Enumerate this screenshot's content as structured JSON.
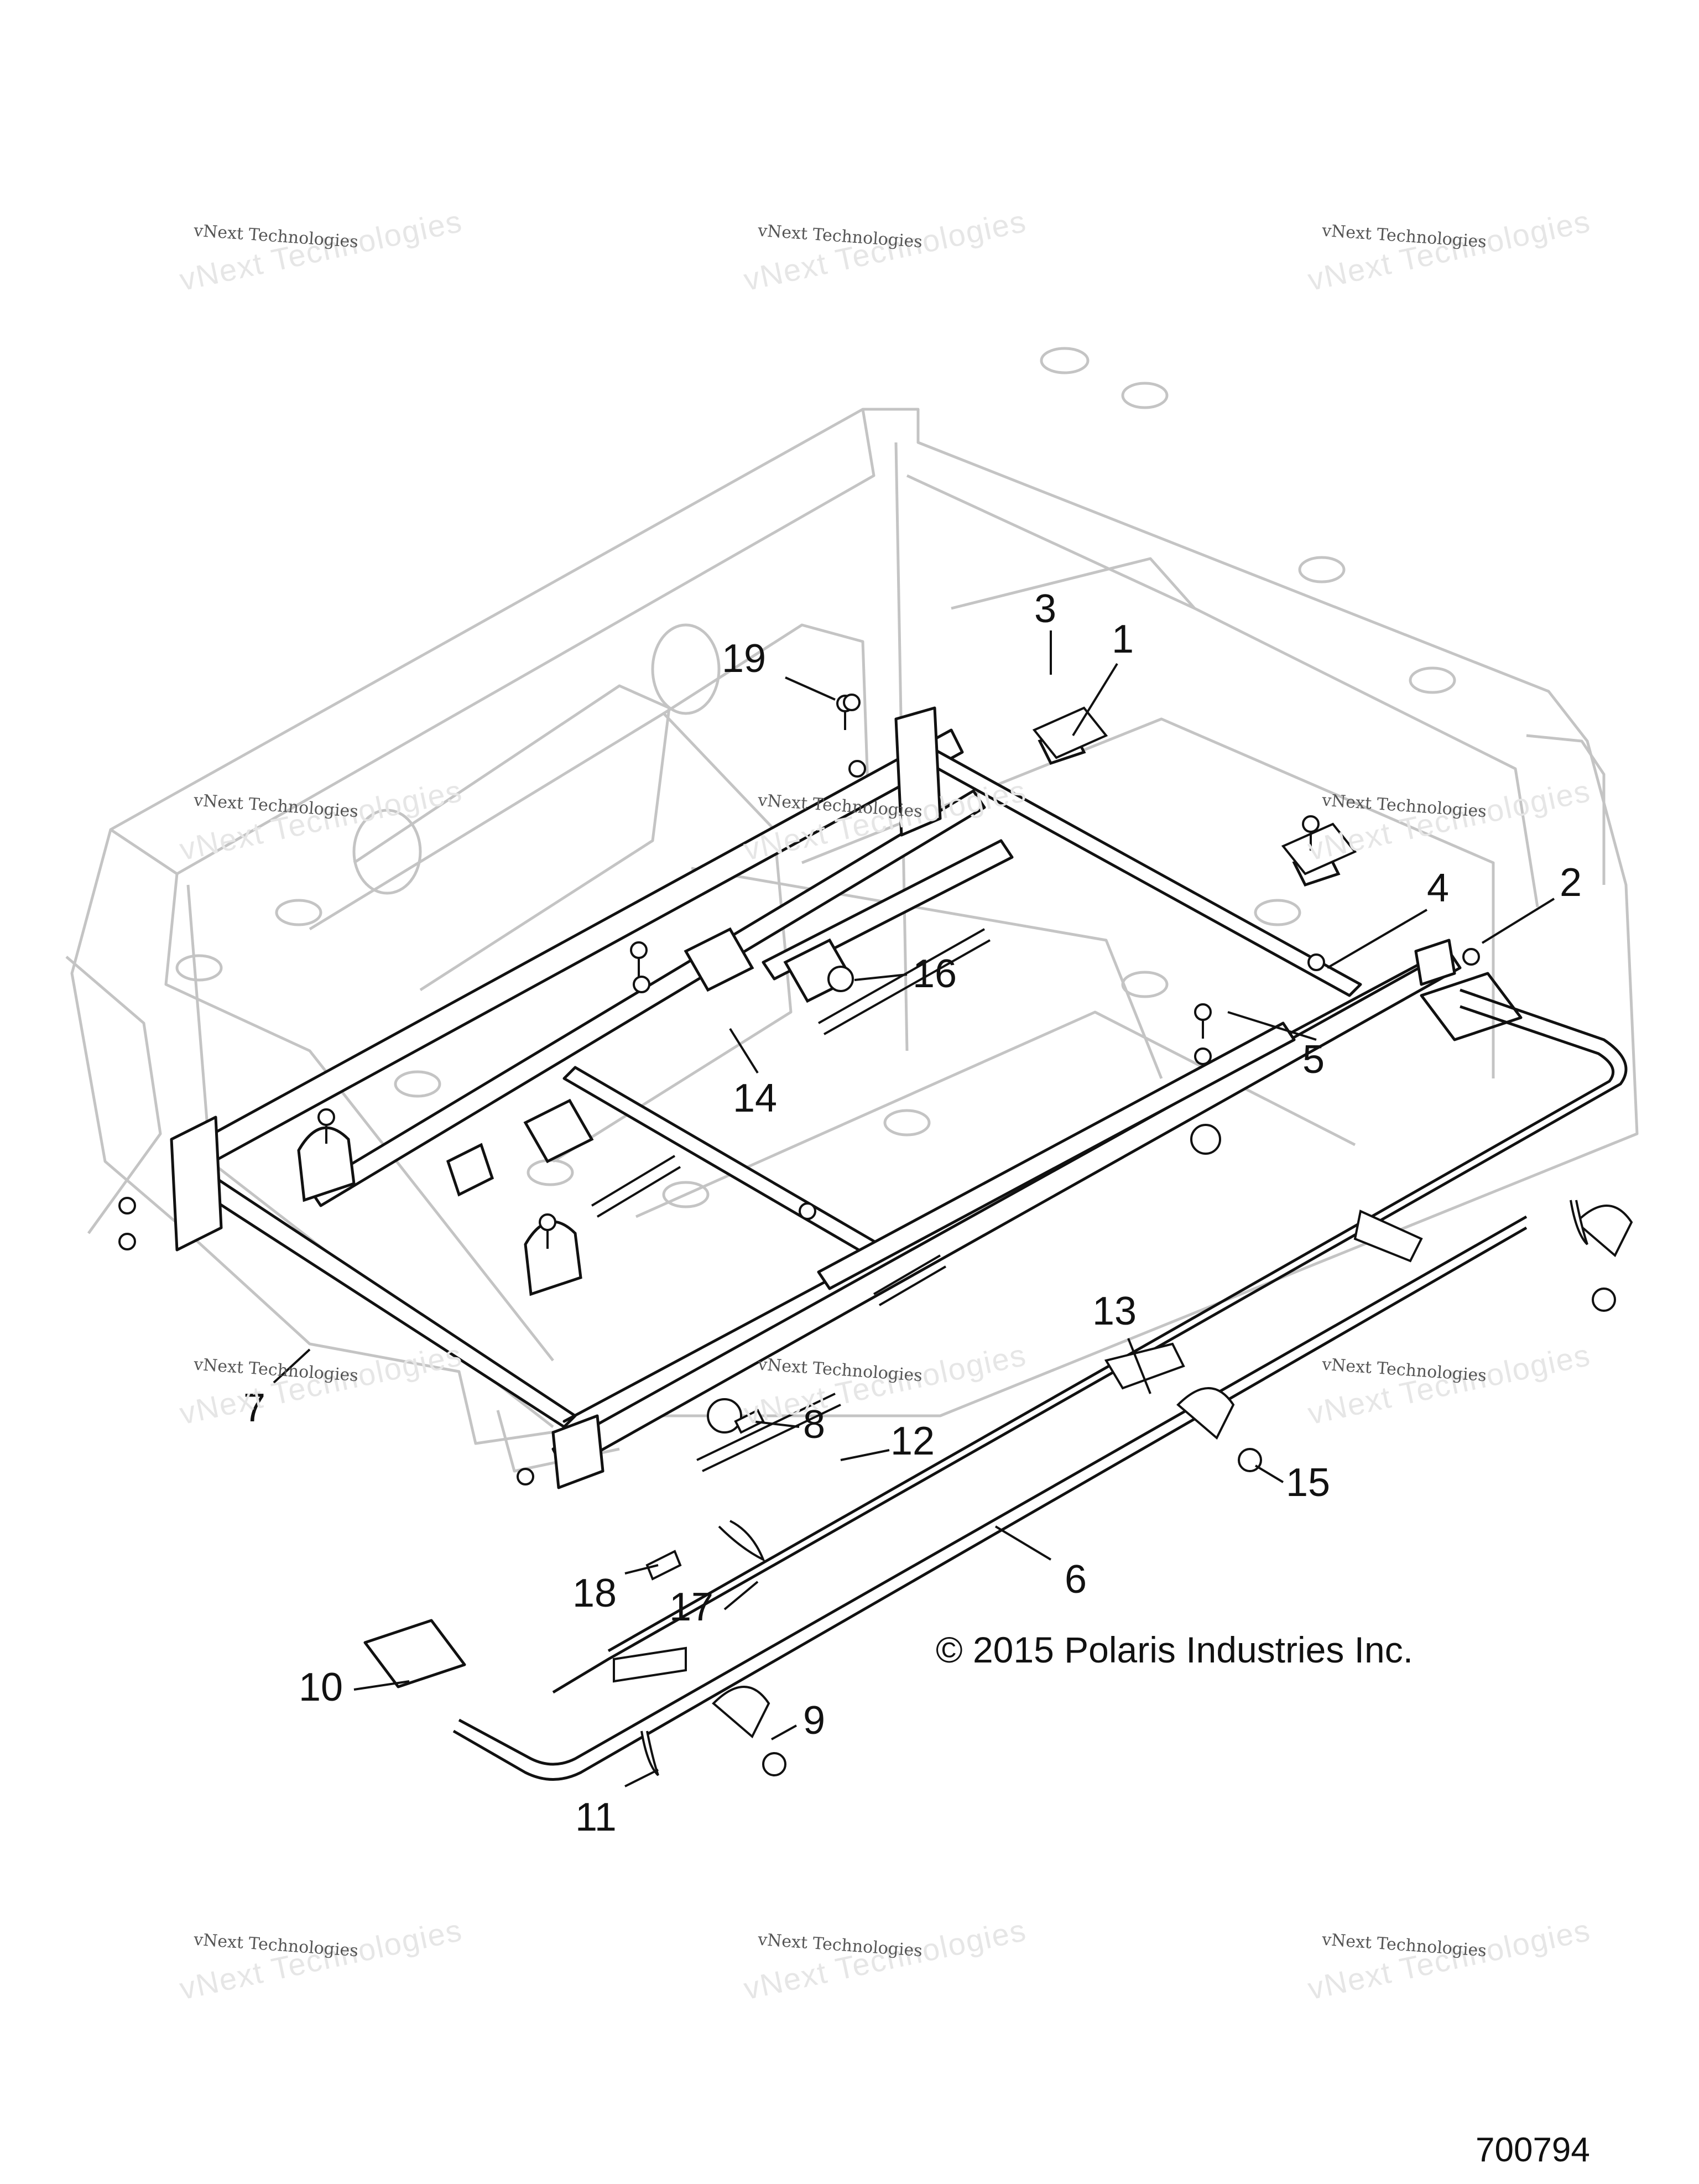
{
  "watermark": {
    "line_small": "vNext Technologies",
    "line_big": "vNext Technologies"
  },
  "callouts": [
    {
      "id": "c1",
      "label": "1"
    },
    {
      "id": "c2",
      "label": "2"
    },
    {
      "id": "c3",
      "label": "3"
    },
    {
      "id": "c4",
      "label": "4"
    },
    {
      "id": "c5",
      "label": "5"
    },
    {
      "id": "c6",
      "label": "6"
    },
    {
      "id": "c7",
      "label": "7"
    },
    {
      "id": "c8",
      "label": "8"
    },
    {
      "id": "c9",
      "label": "9"
    },
    {
      "id": "c10",
      "label": "10"
    },
    {
      "id": "c11",
      "label": "11"
    },
    {
      "id": "c12",
      "label": "12"
    },
    {
      "id": "c13",
      "label": "13"
    },
    {
      "id": "c14",
      "label": "14"
    },
    {
      "id": "c15",
      "label": "15"
    },
    {
      "id": "c16",
      "label": "16"
    },
    {
      "id": "c17",
      "label": "17"
    },
    {
      "id": "c18",
      "label": "18"
    },
    {
      "id": "c19",
      "label": "19"
    }
  ],
  "copyright": "© 2015 Polaris Industries Inc.",
  "doc_id": "700794",
  "colors": {
    "line": "#111111",
    "ghost_line": "#bdbdbd",
    "watermark_text": "#555555"
  }
}
